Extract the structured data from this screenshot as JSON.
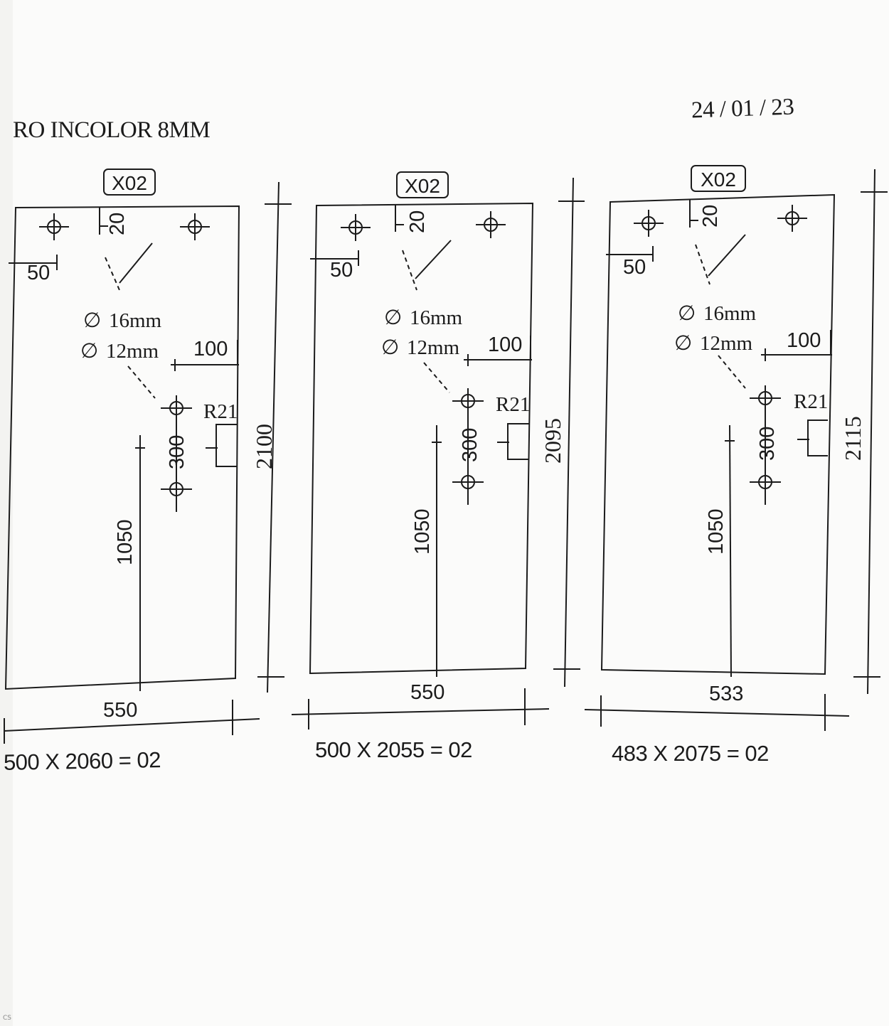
{
  "header": {
    "material": "RO INCOLOR  8MM",
    "date": "24 / 01 / 23"
  },
  "panels": [
    {
      "code": "X02",
      "dim_top": "20",
      "dim_left": "50",
      "hole_large": "16mm",
      "hole_small": "12mm",
      "dim_right": "100",
      "radius": "R21",
      "dim_hinges": "300",
      "dim_handle_height": "1050",
      "dim_height": "2100",
      "dim_width": "550",
      "cut_spec": "500 X 2060 = 02"
    },
    {
      "code": "X02",
      "dim_top": "20",
      "dim_left": "50",
      "hole_large": "16mm",
      "hole_small": "12mm",
      "dim_right": "100",
      "radius": "R21",
      "dim_hinges": "300",
      "dim_handle_height": "1050",
      "dim_height": "2095",
      "dim_width": "550",
      "cut_spec": "500 X 2055 = 02"
    },
    {
      "code": "X02",
      "dim_top": "20",
      "dim_left": "50",
      "hole_large": "16mm",
      "hole_small": "12mm",
      "dim_right": "100",
      "radius": "R21",
      "dim_hinges": "300",
      "dim_handle_height": "1050",
      "dim_height": "2115",
      "dim_width": "533",
      "cut_spec": "483 X 2075 = 02"
    }
  ],
  "footer": {
    "mark": "CS"
  }
}
